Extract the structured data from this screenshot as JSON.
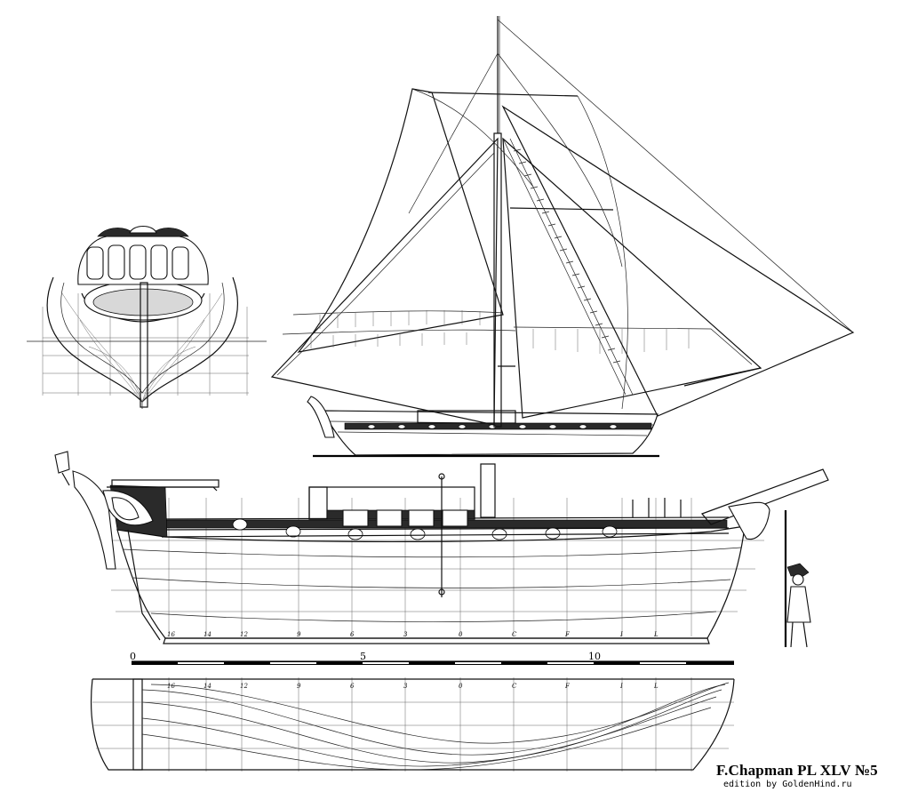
{
  "plate": {
    "title": "F.Chapman PL  XLV №5",
    "credit": "edition by GoldenHind.ru"
  },
  "scale_bar": {
    "labels": [
      "0",
      "5",
      "10"
    ]
  },
  "station_marks": [
    "16",
    "14",
    "12",
    "9",
    "6",
    "3",
    "0",
    "C",
    "F",
    "I",
    "L"
  ]
}
